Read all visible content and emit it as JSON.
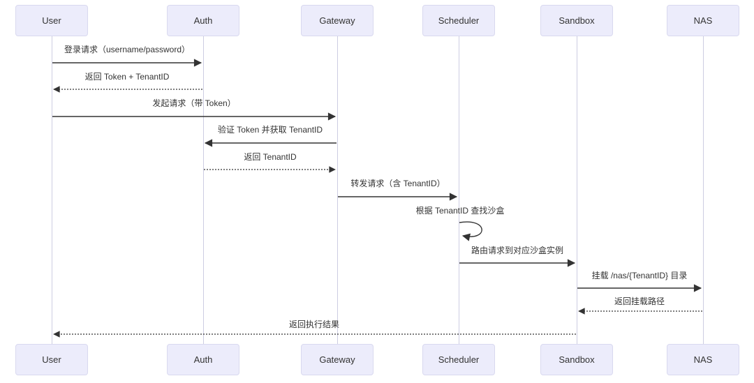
{
  "diagram": {
    "type": "sequence-diagram",
    "participants": [
      {
        "name": "User"
      },
      {
        "name": "Auth"
      },
      {
        "name": "Gateway"
      },
      {
        "name": "Scheduler"
      },
      {
        "name": "Sandbox"
      },
      {
        "name": "NAS"
      }
    ],
    "messages": [
      {
        "text": "登录请求（username/password）",
        "from": "User",
        "to": "Auth",
        "style": "solid"
      },
      {
        "text": "返回 Token + TenantID",
        "from": "Auth",
        "to": "User",
        "style": "dotted"
      },
      {
        "text": "发起请求（带 Token）",
        "from": "User",
        "to": "Gateway",
        "style": "solid"
      },
      {
        "text": "验证 Token 并获取 TenantID",
        "from": "Gateway",
        "to": "Auth",
        "style": "solid"
      },
      {
        "text": "返回 TenantID",
        "from": "Auth",
        "to": "Gateway",
        "style": "dotted"
      },
      {
        "text": "转发请求（含 TenantID）",
        "from": "Gateway",
        "to": "Scheduler",
        "style": "solid"
      },
      {
        "text": "根据 TenantID 查找沙盒",
        "from": "Scheduler",
        "to": "Scheduler",
        "style": "self"
      },
      {
        "text": "路由请求到对应沙盒实例",
        "from": "Scheduler",
        "to": "Sandbox",
        "style": "solid"
      },
      {
        "text": "挂载 /nas/{TenantID} 目录",
        "from": "Sandbox",
        "to": "NAS",
        "style": "solid"
      },
      {
        "text": "返回挂载路径",
        "from": "NAS",
        "to": "Sandbox",
        "style": "dotted"
      },
      {
        "text": "返回执行结果",
        "from": "Sandbox",
        "to": "User",
        "style": "dotted"
      }
    ],
    "colors": {
      "background": "#FFFFFF",
      "actor_fill": "#ECECFB",
      "actor_border": "#D9D9EF",
      "lifeline": "#CDCDE2",
      "arrow": "#333333",
      "text": "#333333"
    }
  }
}
